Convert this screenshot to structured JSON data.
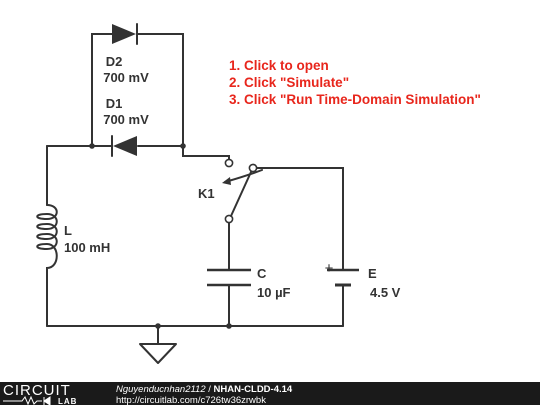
{
  "instructions": [
    "1. Click to open",
    "2. Click \"Simulate\"",
    "3. Click \"Run Time-Domain Simulation\""
  ],
  "components": {
    "d2": {
      "name": "D2",
      "value": "700 mV"
    },
    "d1": {
      "name": "D1",
      "value": "700 mV"
    },
    "k1": {
      "name": "K1"
    },
    "inductor": {
      "name": "L",
      "value": "100 mH"
    },
    "capacitor": {
      "name": "C",
      "value": "10 µF"
    },
    "battery": {
      "name": "E",
      "value": "4.5 V",
      "plus": "+"
    }
  },
  "footer": {
    "logo_top": "CIRCUIT",
    "logo_bottom": "LAB",
    "author": "Nguyenducnhan2112",
    "separator": " / ",
    "title": "NHAN-CLDD-4.14",
    "url": "http://circuitlab.com/c726tw36zrwbk"
  },
  "colors": {
    "wire": "#333333",
    "instruction": "#e8261c",
    "footer_bg": "#1a1a1a"
  }
}
